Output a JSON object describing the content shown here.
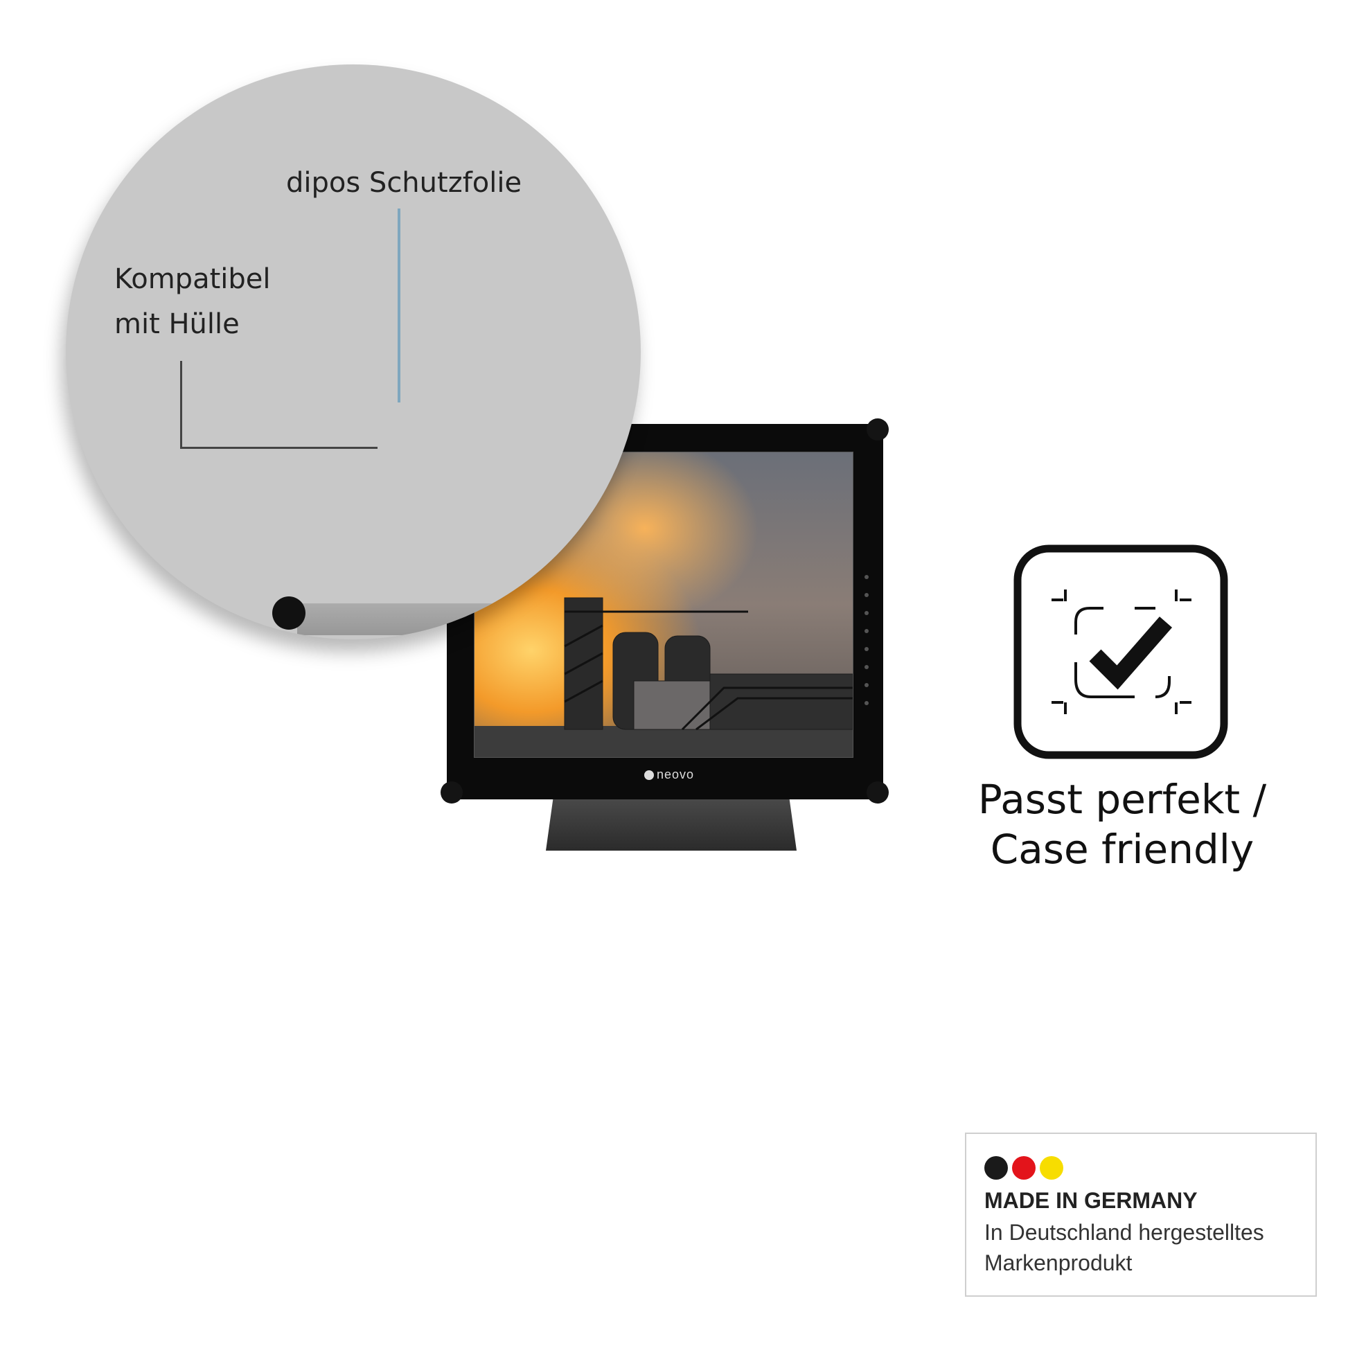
{
  "callouts": {
    "film_label": "dipos Schutzfolie",
    "case_label_line1": "Kompatibel",
    "case_label_line2": "mit Hülle"
  },
  "monitor": {
    "brand": "neovo"
  },
  "feature": {
    "icon": "check-in-frame-icon",
    "line1": "Passt perfekt /",
    "line2": "Case friendly"
  },
  "badge": {
    "title": "MADE IN GERMANY",
    "line1": "In Deutschland hergestelltes",
    "line2": "Markenprodukt",
    "flag_colors": [
      "#1a1a1a",
      "#e3141b",
      "#f7dd00"
    ]
  },
  "colors": {
    "circle_gray": "#c8c8c8",
    "callout_line_blue": "#7fa7be"
  }
}
